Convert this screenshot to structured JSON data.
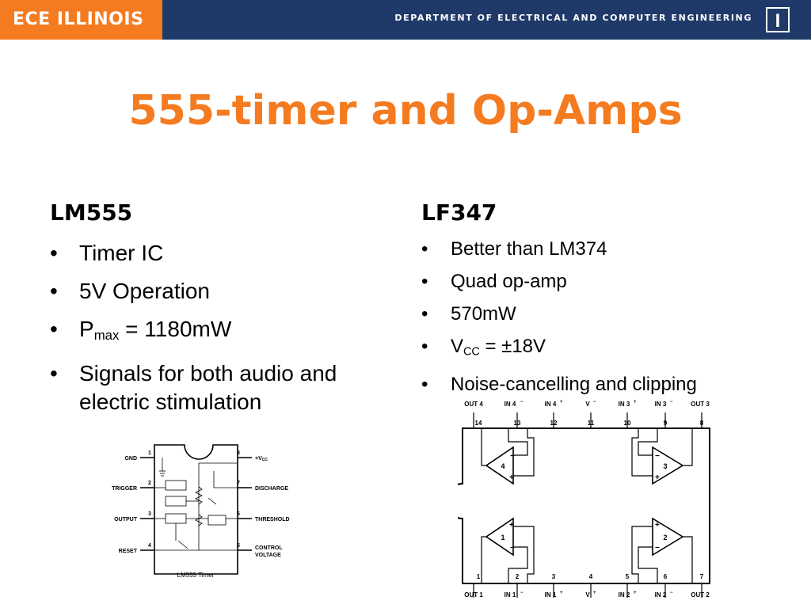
{
  "header": {
    "logo": "ECE ILLINOIS",
    "department": "DEPARTMENT OF ELECTRICAL AND COMPUTER ENGINEERING",
    "logo_letter": "I"
  },
  "colors": {
    "orange": "#f47b20",
    "navy": "#1f3a68"
  },
  "title": "555-timer and Op-Amps",
  "bullet": "•",
  "left": {
    "heading": "LM555",
    "items": [
      "Timer IC",
      "5V Operation"
    ],
    "pmax": {
      "p": "P",
      "sub": "max",
      "rest": " = 1180mW"
    },
    "last": "Signals for both audio and electric stimulation"
  },
  "right": {
    "heading": "LF347",
    "items": [
      "Better than LM374",
      "Quad op-amp",
      "570mW"
    ],
    "vcc": {
      "v": "V",
      "sub": "CC",
      "rest": " = ±18V"
    },
    "last": "Noise-cancelling and clipping"
  },
  "lm555_diagram": {
    "caption": "LM555 Timer",
    "left_pins": [
      {
        "num": "1",
        "label": "GND"
      },
      {
        "num": "2",
        "label": "TRIGGER"
      },
      {
        "num": "3",
        "label": "OUTPUT"
      },
      {
        "num": "4",
        "label": "RESET"
      }
    ],
    "right_pins": [
      {
        "num": "8",
        "label": "+V"
      },
      {
        "num": "7",
        "label": "DISCHARGE"
      },
      {
        "num": "6",
        "label": "THRESHOLD"
      },
      {
        "num": "5",
        "label": "CONTROL"
      }
    ],
    "vcc_sub": "CC",
    "control_line2": "VOLTAGE"
  },
  "lf347_diagram": {
    "top_labels": [
      "OUT 4",
      "IN 4",
      "IN 4",
      "V",
      "IN 3",
      "IN 3",
      "OUT 3"
    ],
    "top_nums": [
      "14",
      "13",
      "12",
      "11",
      "10",
      "9",
      "8"
    ],
    "bottom_nums": [
      "1",
      "2",
      "3",
      "4",
      "5",
      "6",
      "7"
    ],
    "bottom_labels": [
      "OUT 1",
      "IN 1",
      "IN 1",
      "V",
      "IN 2",
      "IN 2",
      "OUT 2"
    ],
    "amp_nums": [
      "4",
      "3",
      "1",
      "2"
    ]
  }
}
